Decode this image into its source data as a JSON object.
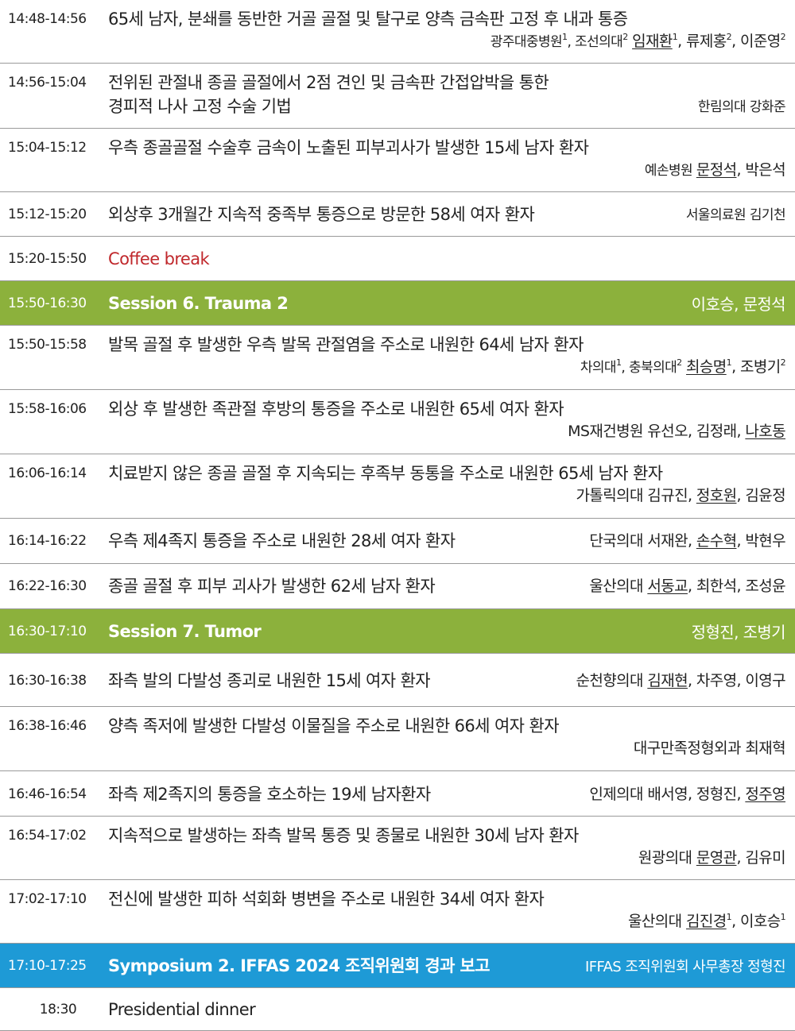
{
  "rows": [
    {
      "time": "14:48-14:56",
      "title": "65세 남자, 분쇄를 동반한 거골 골절 및 탈구로 양측 금속판 고정 후 내과 통증"
    },
    {
      "time": "14:56-15:04",
      "title": "전위된 관절내 종골 골절에서 2점 견인 및 금속판 간접압박을 통한",
      "title2": "경피적 나사 고정 수술 기법",
      "authors": "한림의대 강화준"
    },
    {
      "time": "15:04-15:12",
      "title": "우측 종골골절 수술후 금속이 노출된 피부괴사가 발생한 15세 남자 환자"
    },
    {
      "time": "15:12-15:20",
      "title": "외상후 3개월간 지속적 중족부 통증으로 방문한 58세 여자 환자",
      "authors": "서울의료원 김기천"
    },
    {
      "time": "15:20-15:50",
      "title": "Coffee break"
    }
  ],
  "r0": {
    "aff1": "광주대중병원",
    "sup1": "1",
    "aff2": ", 조선의대",
    "sup2": "2",
    "a1": "임재환",
    "s1": "1",
    "a2": ", 류제홍",
    "s2": "2",
    "a3": ", 이준영",
    "s3": "2"
  },
  "r2": {
    "aff": "예손병원 ",
    "a1": "문정석",
    "a2": ", 박은석"
  },
  "session6": {
    "time": "15:50-16:30",
    "title": "Session 6. Trauma 2",
    "chairs": "이호승, 문정석"
  },
  "s6rows": [
    {
      "time": "15:50-15:58",
      "title": "발목 골절 후 발생한 우측 발목 관절염을 주소로 내원한 64세 남자 환자"
    },
    {
      "time": "15:58-16:06",
      "title": "외상 후 발생한 족관절 후방의 통증을 주소로 내원한 65세 여자 환자"
    },
    {
      "time": "16:06-16:14",
      "title": "치료받지 않은 종골 골절 후 지속되는 후족부 동통을 주소로 내원한 65세 남자 환자"
    },
    {
      "time": "16:14-16:22",
      "title": "우측 제4족지 통증을 주소로 내원한 28세 여자 환자"
    },
    {
      "time": "16:22-16:30",
      "title": "종골 골절 후 피부 괴사가 발생한 62세 남자 환자"
    }
  ],
  "s6a0": {
    "aff1": "차의대",
    "sup1": "1",
    "aff2": ", 충북의대",
    "sup2": "2",
    "a1": "최승명",
    "s1": "1",
    "a2": ", 조병기",
    "s2": "2"
  },
  "s6a1": {
    "pre": "MS재건병원 유선오, 김정래, ",
    "a1": "나호동"
  },
  "s6a2": {
    "pre": "가톨릭의대 김규진, ",
    "a1": "정호원",
    "post": ", 김윤정"
  },
  "s6a3": {
    "pre": "단국의대 서재완, ",
    "a1": "손수혁",
    "post": ", 박현우"
  },
  "s6a4": {
    "pre": "울산의대 ",
    "a1": "서동교",
    "post": ", 최한석, 조성윤"
  },
  "session7": {
    "time": "16:30-17:10",
    "title": "Session 7. Tumor",
    "chairs": "정형진, 조병기"
  },
  "s7rows": [
    {
      "time": "16:30-16:38",
      "title": "좌측 발의 다발성 종괴로 내원한 15세 여자 환자"
    },
    {
      "time": "16:38-16:46",
      "title": "양측 족저에 발생한 다발성 이물질을 주소로 내원한 66세 여자 환자",
      "authors": "대구만족정형외과 최재혁"
    },
    {
      "time": "16:46-16:54",
      "title": "좌측 제2족지의 통증을 호소하는 19세 남자환자"
    },
    {
      "time": "16:54-17:02",
      "title": "지속적으로 발생하는 좌측 발목 통증 및 종물로 내원한 30세 남자 환자"
    },
    {
      "time": "17:02-17:10",
      "title": "전신에 발생한 피하 석회화 병변을 주소로 내원한 34세 여자 환자"
    }
  ],
  "s7a0": {
    "pre": "순천향의대 ",
    "a1": "김재현",
    "post": ", 차주영, 이영구"
  },
  "s7a2": {
    "pre": "인제의대 배서영, 정형진, ",
    "a1": "정주영"
  },
  "s7a3": {
    "pre": "원광의대 ",
    "a1": "문영관",
    "post": ", 김유미"
  },
  "s7a4": {
    "pre": "울산의대 ",
    "a1": "김진경",
    "s1": "1",
    "post": ", 이호승",
    "s2": "1"
  },
  "symposium": {
    "time": "17:10-17:25",
    "title": "Symposium 2. IFFAS 2024 조직위원회 경과 보고",
    "chairs": "IFFAS 조직위원회 사무총장 정형진"
  },
  "dinner": {
    "time": "18:30",
    "title": "Presidential dinner"
  },
  "colors": {
    "session": "#8cb13c",
    "symposium": "#1e9ad6",
    "coffee": "#c0282c"
  }
}
